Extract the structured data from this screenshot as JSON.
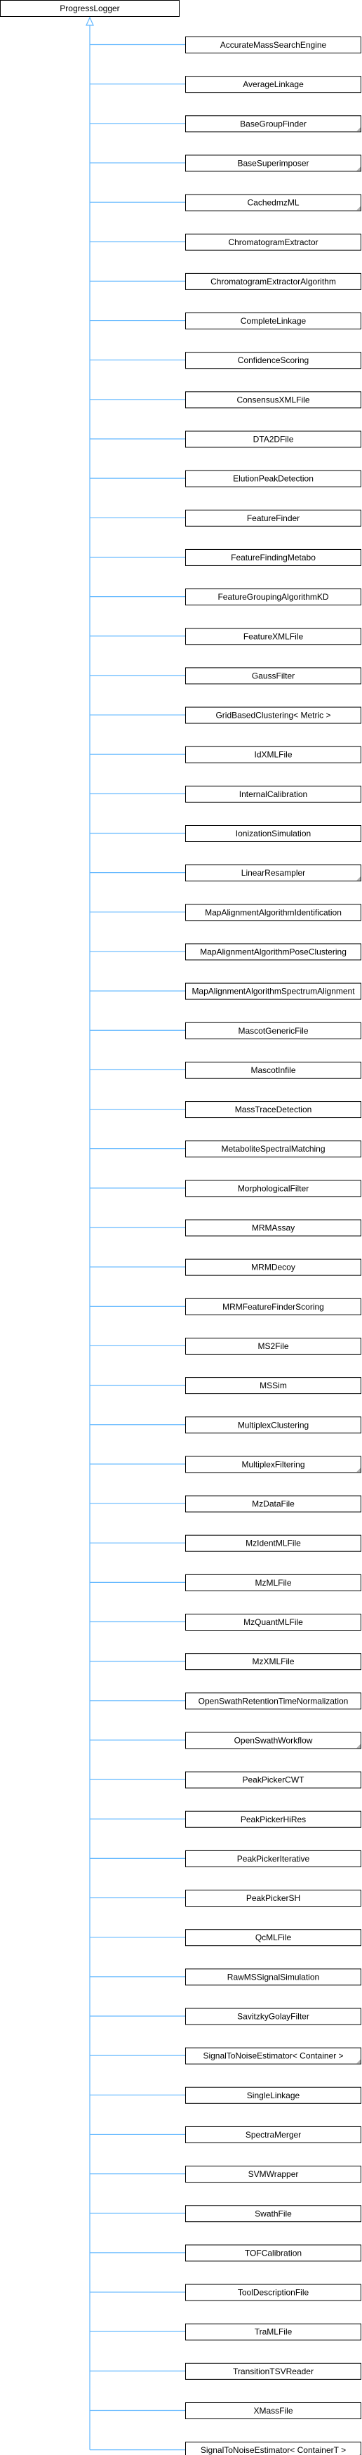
{
  "root": {
    "label": "ProgressLogger"
  },
  "children": [
    {
      "label": "AccurateMassSearchEngine",
      "has_subclasses": false
    },
    {
      "label": "AverageLinkage",
      "has_subclasses": false
    },
    {
      "label": "BaseGroupFinder",
      "has_subclasses": true
    },
    {
      "label": "BaseSuperimposer",
      "has_subclasses": true
    },
    {
      "label": "CachedmzML",
      "has_subclasses": true
    },
    {
      "label": "ChromatogramExtractor",
      "has_subclasses": false
    },
    {
      "label": "ChromatogramExtractorAlgorithm",
      "has_subclasses": false
    },
    {
      "label": "CompleteLinkage",
      "has_subclasses": false
    },
    {
      "label": "ConfidenceScoring",
      "has_subclasses": false
    },
    {
      "label": "ConsensusXMLFile",
      "has_subclasses": false
    },
    {
      "label": "DTA2DFile",
      "has_subclasses": false
    },
    {
      "label": "ElutionPeakDetection",
      "has_subclasses": false
    },
    {
      "label": "FeatureFinder",
      "has_subclasses": false
    },
    {
      "label": "FeatureFindingMetabo",
      "has_subclasses": false
    },
    {
      "label": "FeatureGroupingAlgorithmKD",
      "has_subclasses": false
    },
    {
      "label": "FeatureXMLFile",
      "has_subclasses": false
    },
    {
      "label": "GaussFilter",
      "has_subclasses": false
    },
    {
      "label": "GridBasedClustering< Metric >",
      "has_subclasses": false
    },
    {
      "label": "IdXMLFile",
      "has_subclasses": false
    },
    {
      "label": "InternalCalibration",
      "has_subclasses": false
    },
    {
      "label": "IonizationSimulation",
      "has_subclasses": false
    },
    {
      "label": "LinearResampler",
      "has_subclasses": true
    },
    {
      "label": "MapAlignmentAlgorithmIdentification",
      "has_subclasses": false
    },
    {
      "label": "MapAlignmentAlgorithmPoseClustering",
      "has_subclasses": false
    },
    {
      "label": "MapAlignmentAlgorithmSpectrumAlignment",
      "has_subclasses": false
    },
    {
      "label": "MascotGenericFile",
      "has_subclasses": false
    },
    {
      "label": "MascotInfile",
      "has_subclasses": false
    },
    {
      "label": "MassTraceDetection",
      "has_subclasses": false
    },
    {
      "label": "MetaboliteSpectralMatching",
      "has_subclasses": false
    },
    {
      "label": "MorphologicalFilter",
      "has_subclasses": false
    },
    {
      "label": "MRMAssay",
      "has_subclasses": false
    },
    {
      "label": "MRMDecoy",
      "has_subclasses": false
    },
    {
      "label": "MRMFeatureFinderScoring",
      "has_subclasses": false
    },
    {
      "label": "MS2File",
      "has_subclasses": false
    },
    {
      "label": "MSSim",
      "has_subclasses": false
    },
    {
      "label": "MultiplexClustering",
      "has_subclasses": false
    },
    {
      "label": "MultiplexFiltering",
      "has_subclasses": true
    },
    {
      "label": "MzDataFile",
      "has_subclasses": false
    },
    {
      "label": "MzIdentMLFile",
      "has_subclasses": false
    },
    {
      "label": "MzMLFile",
      "has_subclasses": false
    },
    {
      "label": "MzQuantMLFile",
      "has_subclasses": false
    },
    {
      "label": "MzXMLFile",
      "has_subclasses": false
    },
    {
      "label": "OpenSwathRetentionTimeNormalization",
      "has_subclasses": false
    },
    {
      "label": "OpenSwathWorkflow",
      "has_subclasses": true
    },
    {
      "label": "PeakPickerCWT",
      "has_subclasses": false
    },
    {
      "label": "PeakPickerHiRes",
      "has_subclasses": false
    },
    {
      "label": "PeakPickerIterative",
      "has_subclasses": false
    },
    {
      "label": "PeakPickerSH",
      "has_subclasses": false
    },
    {
      "label": "QcMLFile",
      "has_subclasses": false
    },
    {
      "label": "RawMSSignalSimulation",
      "has_subclasses": false
    },
    {
      "label": "SavitzkyGolayFilter",
      "has_subclasses": false
    },
    {
      "label": "SignalToNoiseEstimator< Container >",
      "has_subclasses": true
    },
    {
      "label": "SingleLinkage",
      "has_subclasses": false
    },
    {
      "label": "SpectraMerger",
      "has_subclasses": false
    },
    {
      "label": "SVMWrapper",
      "has_subclasses": false
    },
    {
      "label": "SwathFile",
      "has_subclasses": false
    },
    {
      "label": "TOFCalibration",
      "has_subclasses": false
    },
    {
      "label": "ToolDescriptionFile",
      "has_subclasses": false
    },
    {
      "label": "TraMLFile",
      "has_subclasses": false
    },
    {
      "label": "TransitionTSVReader",
      "has_subclasses": false
    },
    {
      "label": "XMassFile",
      "has_subclasses": false
    },
    {
      "label": "SignalToNoiseEstimator< ContainerT >",
      "has_subclasses": true
    }
  ],
  "colors": {
    "edge": "#63b8ff",
    "border": "#000000",
    "fill": "#ffffff",
    "corner_marker": "#b0b0b0"
  }
}
